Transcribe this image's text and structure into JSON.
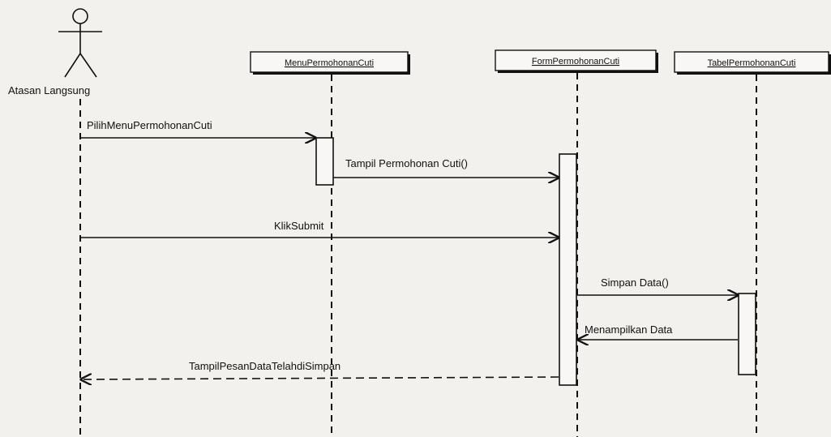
{
  "actor": {
    "name": "Atasan Langsung"
  },
  "objects": {
    "menu": "MenuPermohonanCuti",
    "form": "FormPermohonanCuti",
    "tabel": "TabelPermohonanCuti"
  },
  "messages": {
    "m1": "PilihMenuPermohonanCuti",
    "m2": "Tampil Permohonan Cuti()",
    "m3": "KlikSubmit",
    "m4": "Simpan Data()",
    "m5": "Menampilkan Data",
    "m6": "TampilPesanDataTelahdiSimpan"
  }
}
